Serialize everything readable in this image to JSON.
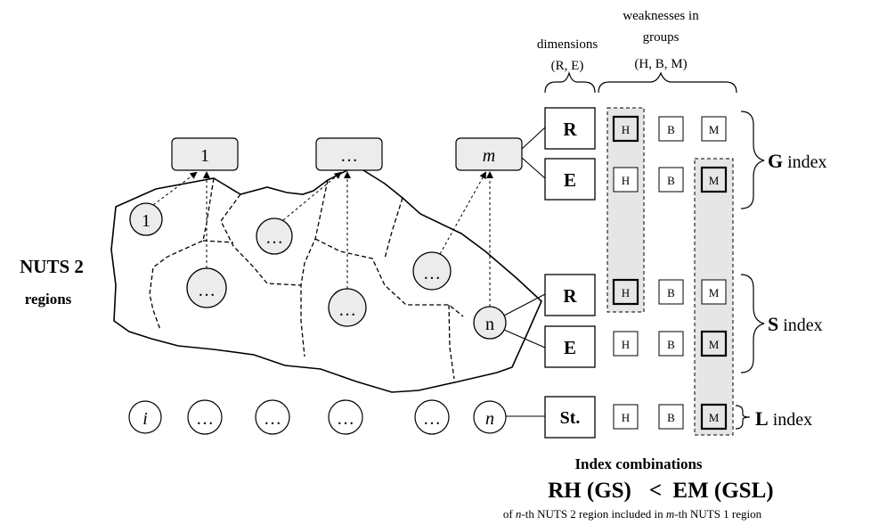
{
  "header": {
    "weaknesses_line1": "weaknesses in",
    "weaknesses_line2": "groups",
    "weaknesses_line3": "(H, B,  M)",
    "dimensions_line1": "dimensions",
    "dimensions_line2": "(R, E)"
  },
  "nuts1_boxes": {
    "first": "1",
    "middle": "…",
    "last": "m"
  },
  "region_labels": {
    "one": "1",
    "dots": "…",
    "n": "n"
  },
  "left_label": {
    "line1": "NUTS 2",
    "line2": "regions"
  },
  "dimension_boxes": {
    "r": "R",
    "e": "E",
    "st": "St."
  },
  "weakness_labels": {
    "h": "H",
    "b": "B",
    "m": "M"
  },
  "indices": {
    "g_letter": "G",
    "s_letter": "S",
    "l_letter": "L",
    "suffix": " index"
  },
  "bottom_row": {
    "i": "i",
    "dots": "…",
    "n": "n"
  },
  "footer": {
    "title": "Index combinations",
    "combo_left": "RH (GS)",
    "lt": "<",
    "combo_right": "EM (GSL)",
    "note_pre": "of ",
    "note_n": "n",
    "note_mid": "-th NUTS 2 region included in ",
    "note_m": "m",
    "note_post": "-th NUTS 1 region"
  }
}
